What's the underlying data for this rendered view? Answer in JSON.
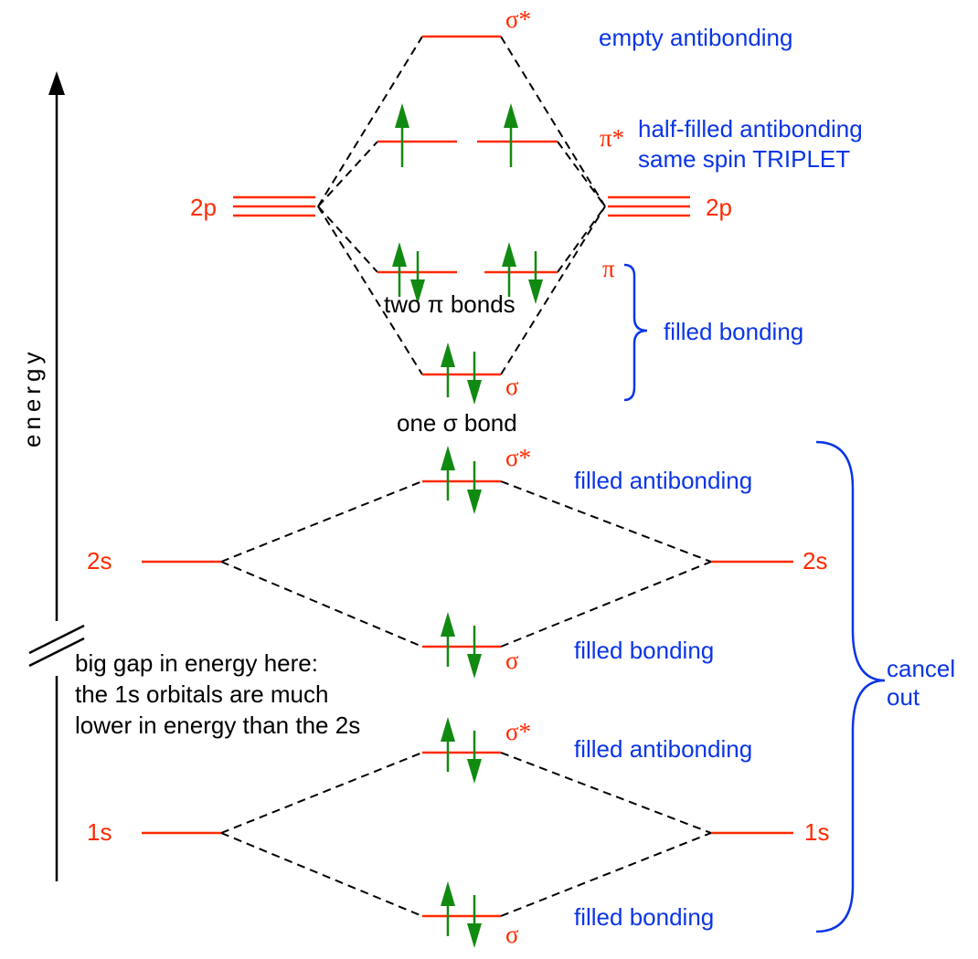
{
  "axis": {
    "label": "energy",
    "gap_note": [
      "big gap in energy here:",
      "the 1s orbitals are much",
      "lower in energy than the 2s"
    ]
  },
  "atomic": {
    "p_left": "2p",
    "p_right": "2p",
    "s2_left": "2s",
    "s2_right": "2s",
    "s1_left": "1s",
    "s1_right": "1s"
  },
  "mo_labels": {
    "sigma_star_2p": "σ*",
    "pi_star": "π*",
    "pi": "π",
    "sigma_2p": "σ",
    "sigma_star_2s": "σ*",
    "sigma_2s": "σ",
    "sigma_star_1s": "σ*",
    "sigma_1s": "σ"
  },
  "annotations": {
    "empty_antibonding": "empty antibonding",
    "half_filled_1": "half-filled antibonding",
    "half_filled_2": "same spin TRIPLET",
    "filled_bonding_top": "filled bonding",
    "two_pi_bonds": "two π bonds",
    "one_sigma_bond": "one σ bond",
    "filled_antibonding_2s": "filled antibonding",
    "filled_bonding_2s": "filled bonding",
    "filled_antibonding_1s": "filled antibonding",
    "filled_bonding_1s": "filled bonding",
    "cancel_1": "cancel",
    "cancel_2": "out"
  },
  "colors": {
    "orbital": "#ff2a00",
    "annotation": "#0a35e6",
    "electron": "#118a11"
  }
}
